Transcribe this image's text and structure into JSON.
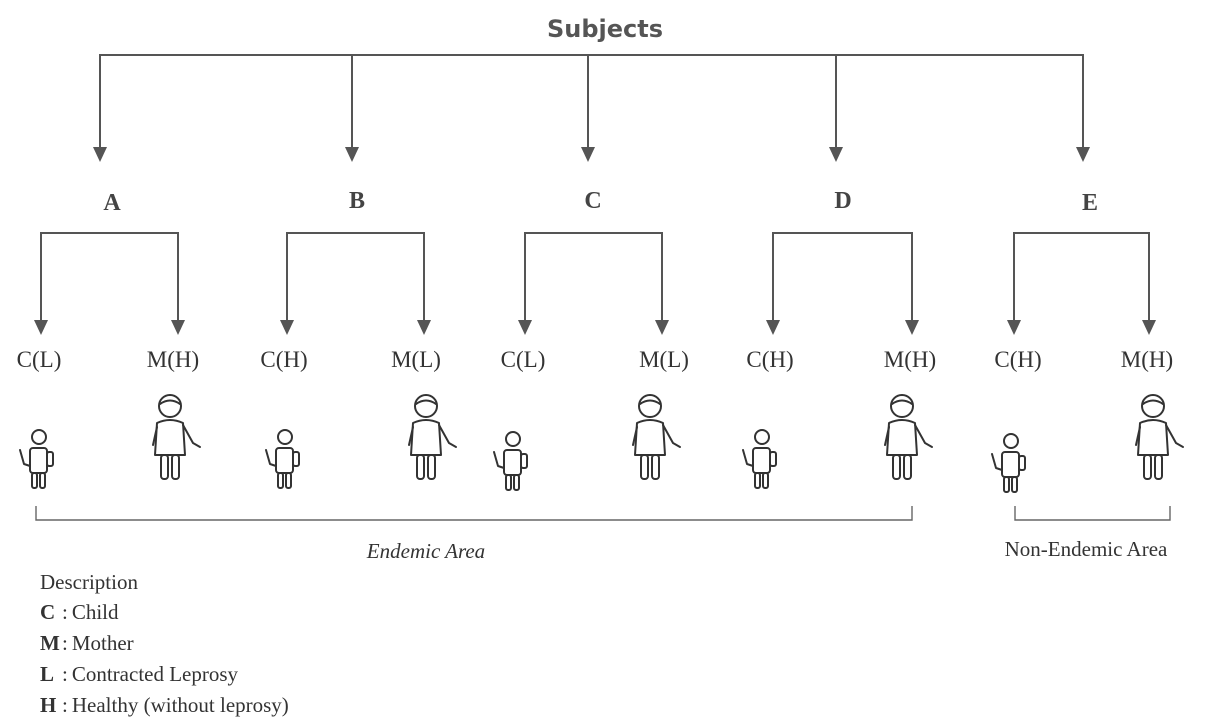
{
  "diagram": {
    "title": "Subjects",
    "groups": [
      {
        "label": "A",
        "members": [
          {
            "label": "C(L)",
            "role": "child"
          },
          {
            "label": "M(H)",
            "role": "mother"
          }
        ]
      },
      {
        "label": "B",
        "members": [
          {
            "label": "C(H)",
            "role": "child"
          },
          {
            "label": "M(L)",
            "role": "mother"
          }
        ]
      },
      {
        "label": "C",
        "members": [
          {
            "label": "C(L)",
            "role": "child"
          },
          {
            "label": "M(L)",
            "role": "mother"
          }
        ]
      },
      {
        "label": "D",
        "members": [
          {
            "label": "C(H)",
            "role": "child"
          },
          {
            "label": "M(H)",
            "role": "mother"
          }
        ]
      },
      {
        "label": "E",
        "members": [
          {
            "label": "C(H)",
            "role": "child"
          },
          {
            "label": "M(H)",
            "role": "mother"
          }
        ]
      }
    ],
    "areas": [
      {
        "label": "Endemic Area",
        "style": "italic"
      },
      {
        "label": "Non-Endemic Area",
        "style": "normal"
      }
    ],
    "icons": {
      "child": "child-waving-icon",
      "mother": "mother-icon"
    }
  },
  "legend": {
    "title": "Description",
    "items": [
      {
        "key": "C",
        "text": "Child"
      },
      {
        "key": "M",
        "text": "Mother"
      },
      {
        "key": "L",
        "text": "Contracted Leprosy"
      },
      {
        "key": "H",
        "text": "Healthy (without leprosy)"
      }
    ]
  }
}
